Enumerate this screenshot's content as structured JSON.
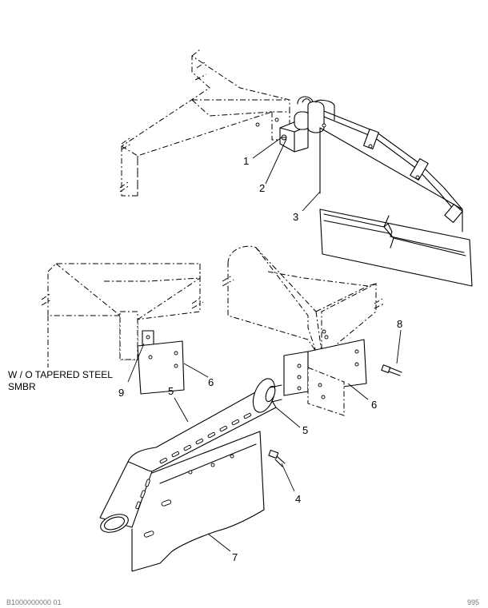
{
  "callouts": {
    "c1": "1",
    "c2": "2",
    "c3": "3",
    "c4": "4",
    "c5a": "5",
    "c5b": "5",
    "c6a": "6",
    "c6b": "6",
    "c7": "7",
    "c8": "8",
    "c9": "9"
  },
  "note": {
    "line1": "W / O TAPERED STEEL",
    "line2": "SMBR"
  },
  "footer": {
    "left": "B1000000000 01",
    "right": "995"
  }
}
